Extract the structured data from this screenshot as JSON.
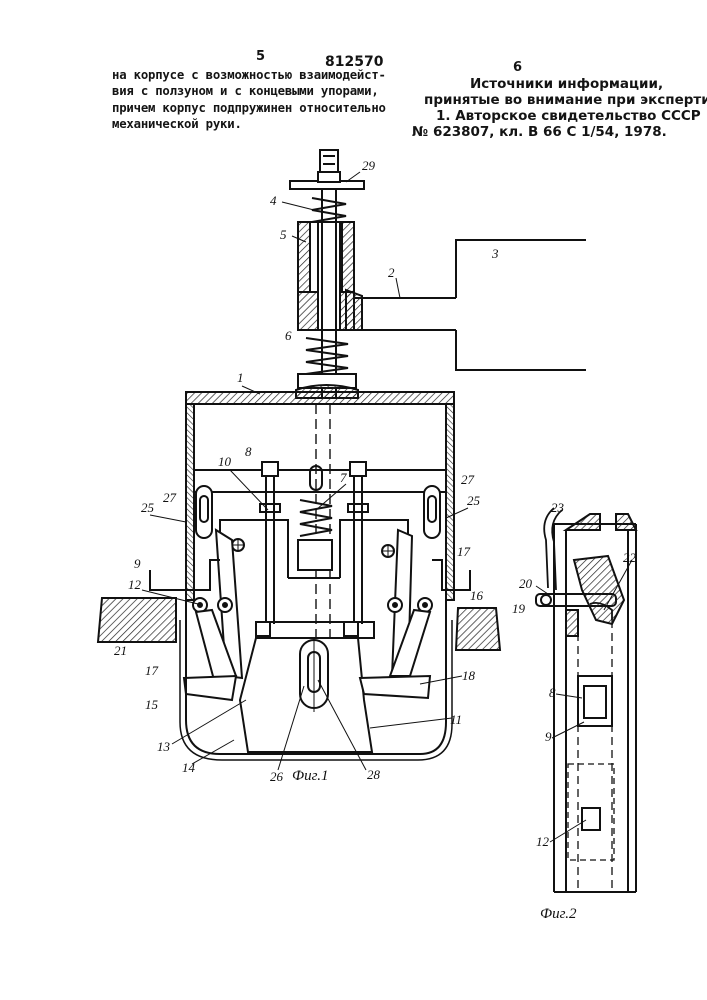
{
  "header": {
    "col_left": "5",
    "patent_no": "812570",
    "col_right": "6"
  },
  "left_text": [
    "на корпусе с возможностью взаимодейст-",
    "вия с ползуном и с концевыми упорами,",
    "причем корпус подпружинен относительно",
    "механической руки."
  ],
  "right_text": [
    "Источники информации,",
    "принятые во внимание при экспертизе",
    "1. Авторское свидетельство СССР",
    "№ 623807, кл. B 66 C 1/54, 1978."
  ],
  "figure1": {
    "caption": "Фиг.1",
    "labels": [
      "1",
      "2",
      "3",
      "4",
      "5",
      "6",
      "7",
      "8",
      "9",
      "10",
      "11",
      "12",
      "13",
      "14",
      "15",
      "16",
      "17",
      "17",
      "18",
      "21",
      "25",
      "25",
      "26",
      "27",
      "27",
      "28",
      "29"
    ]
  },
  "figure2": {
    "caption": "Фиг.2",
    "labels": [
      "8",
      "9",
      "12",
      "19",
      "20",
      "22",
      "23"
    ]
  }
}
